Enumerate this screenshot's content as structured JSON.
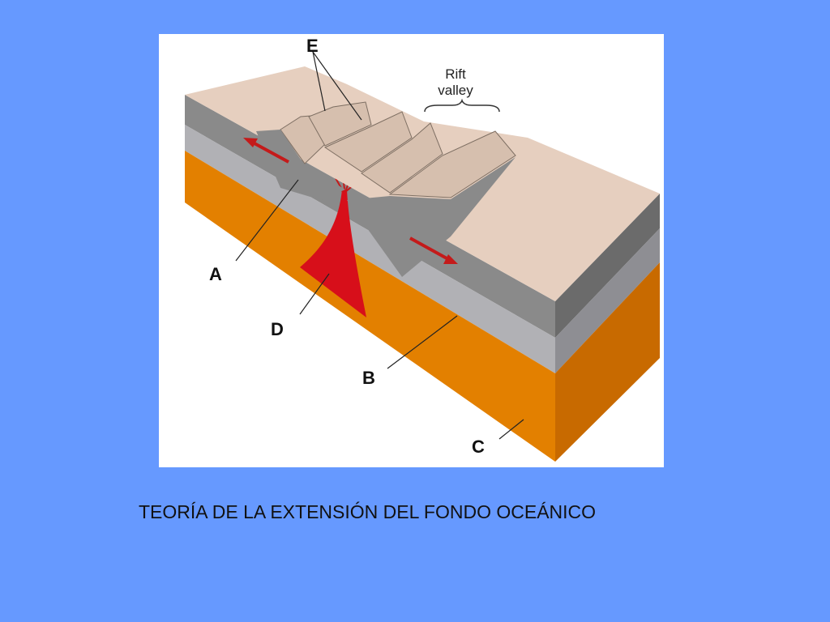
{
  "diagram": {
    "labels": {
      "a": "A",
      "b": "B",
      "c": "C",
      "d": "D",
      "e": "E",
      "rift_line1": "Rift",
      "rift_line2": "valley"
    },
    "colors": {
      "background": "#6699ff",
      "crust_surface": "#e6cfbf",
      "upper_layer": "#8a8a8a",
      "middle_layer": "#b1b1b5",
      "lower_layer": "#e38000",
      "magma": "#d70f1a",
      "arrow": "#c41a1a"
    }
  },
  "caption": "TEORÍA DE LA EXTENSIÓN DEL FONDO OCEÁNICO"
}
